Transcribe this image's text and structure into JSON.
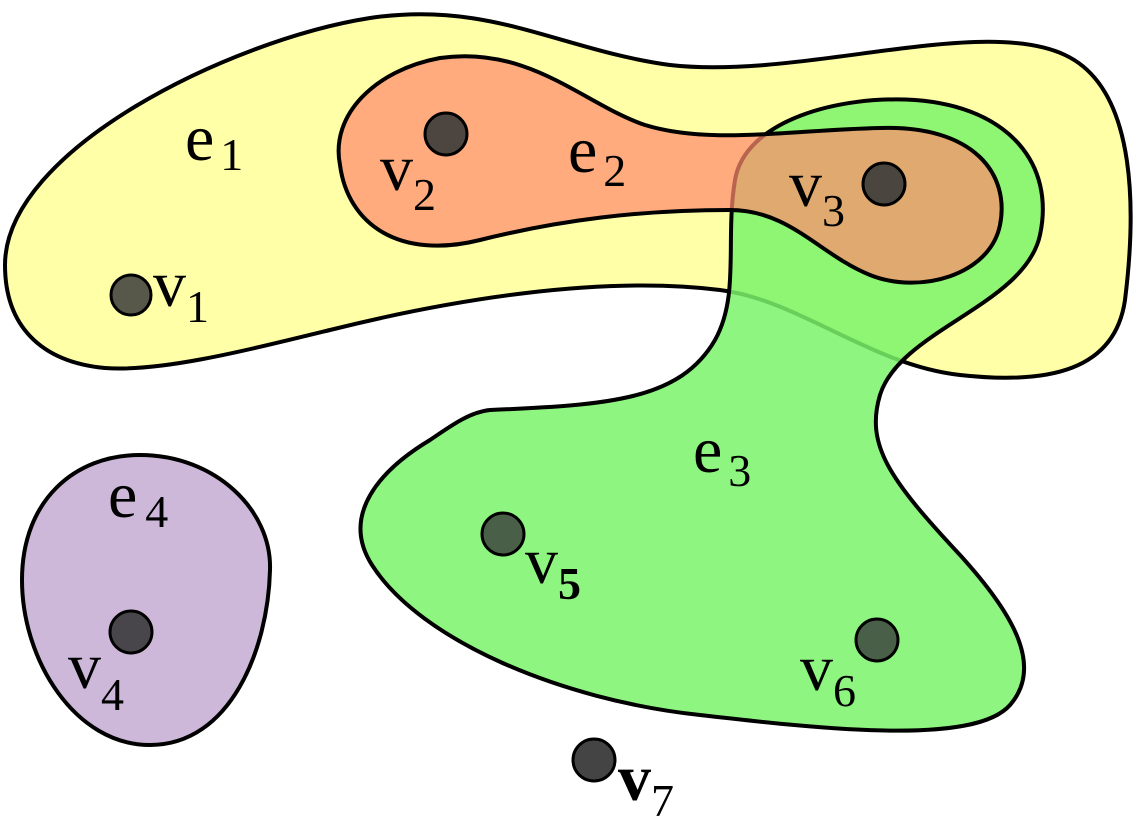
{
  "colors": {
    "e1": "#ffffa8",
    "e2": "#ff8a6e",
    "e3": "#7af56a",
    "e4": "#cdb8d9",
    "vertex": "#3a3a3a",
    "outline": "#000000"
  },
  "hyperedges": [
    {
      "id": "e1",
      "name": "e",
      "sub": "1"
    },
    {
      "id": "e2",
      "name": "e",
      "sub": "2"
    },
    {
      "id": "e3",
      "name": "e",
      "sub": "3"
    },
    {
      "id": "e4",
      "name": "e",
      "sub": "4"
    }
  ],
  "vertices": [
    {
      "id": "v1",
      "name": "v",
      "sub": "1"
    },
    {
      "id": "v2",
      "name": "v",
      "sub": "2"
    },
    {
      "id": "v3",
      "name": "v",
      "sub": "3"
    },
    {
      "id": "v4",
      "name": "v",
      "sub": "4"
    },
    {
      "id": "v5",
      "name": "v",
      "sub": "5"
    },
    {
      "id": "v6",
      "name": "v",
      "sub": "6"
    },
    {
      "id": "v7",
      "name": "v",
      "sub": "7"
    }
  ]
}
